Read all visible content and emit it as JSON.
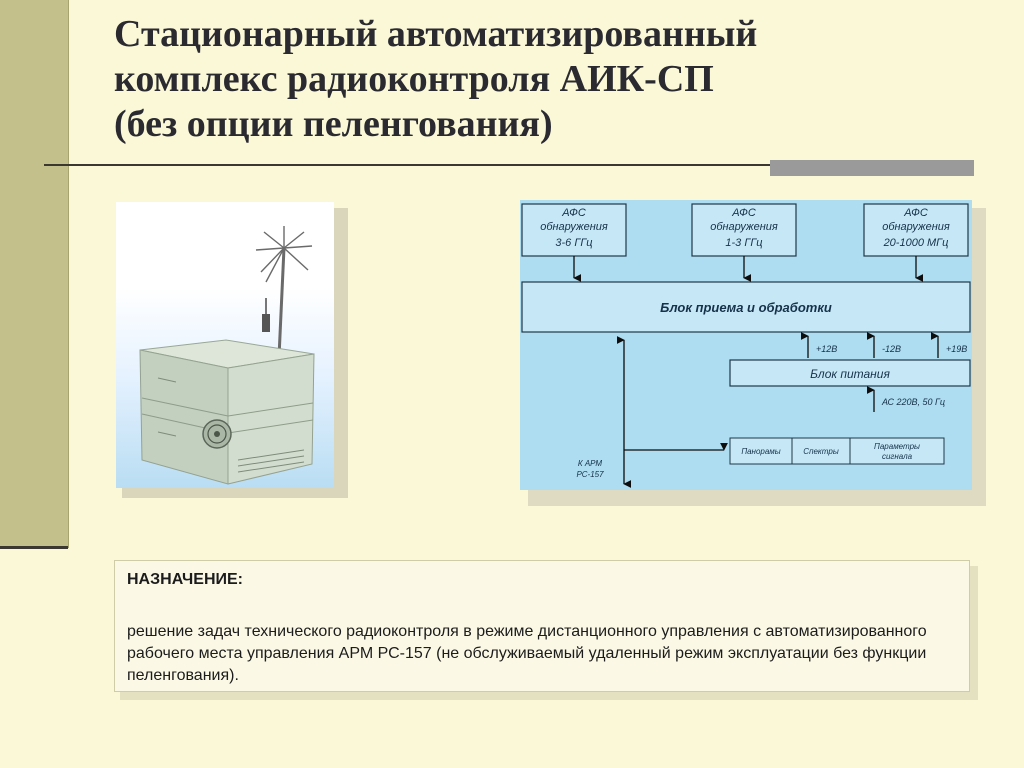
{
  "title": {
    "line1": "Стационарный автоматизированный",
    "line2": "комплекс радиоконтроля  АИК-СП",
    "line3": "(без опции пеленгования)"
  },
  "diagram": {
    "afs": [
      {
        "line1": "АФС",
        "line2": "обнаружения",
        "line3": "3-6 ГГц"
      },
      {
        "line1": "АФС",
        "line2": "обнаружения",
        "line3": "1-3 ГГц"
      },
      {
        "line1": "АФС",
        "line2": "обнаружения",
        "line3": "20-1000 МГц"
      }
    ],
    "receive_block": "Блок приема и обработки",
    "power_block": "Блок питания",
    "voltages": [
      "+12В",
      "-12В",
      "+19В"
    ],
    "ac_input": "АС 220В, 50 Гц",
    "arm_label_line1": "К АРМ",
    "arm_label_line2": "РС-157",
    "outputs": [
      {
        "line1": "Панорамы",
        "line2": ""
      },
      {
        "line1": "Спектры",
        "line2": ""
      },
      {
        "line1": "Параметры",
        "line2": "сигнала"
      }
    ]
  },
  "info": {
    "heading": "НАЗНАЧЕНИЕ:",
    "body": "решение задач технического радиоконтроля в режиме дистанционного управления с автоматизированного рабочего места управления АРМ РС-157 (не обслуживаемый удаленный режим эксплуатации без функции пеленгования)."
  }
}
